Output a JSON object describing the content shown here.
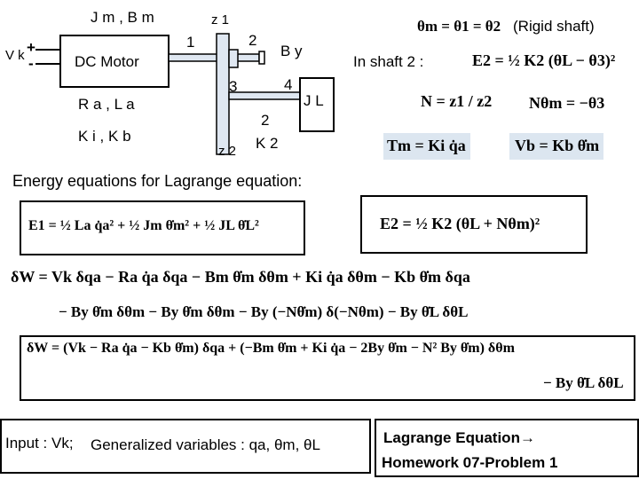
{
  "diagram": {
    "motor_params_top": "J m , B m",
    "vk_label": "V k",
    "plus": "+",
    "minus": "-",
    "motor_label": "DC Motor",
    "ra_la": "R a , L a",
    "ki_kb": "K i , K b",
    "z1": "z 1",
    "z2": "z 2",
    "gear1": "1",
    "gear2_top": "2",
    "gear3": "3",
    "gear4": "4",
    "gear2_bottom": "2",
    "by": "B y",
    "jl": "J L",
    "k2": "K 2"
  },
  "top_right": {
    "rigid_eq": "θm = θ1 = θ2",
    "rigid_label": "(Rigid shaft)",
    "in_shaft": "In shaft 2 :",
    "e2_eq": "E2 = ½ K2 (θL − θ3)²",
    "n_eq": "N = z1 / z2",
    "ntheta_eq": "Nθm = −θ3",
    "tm_eq": "Tm = Ki q̇a",
    "vb_eq": "Vb = Kb θ̇m"
  },
  "energy": {
    "heading": "Energy equations for Lagrange equation:",
    "e1": "E1 = ½ La q̇a² + ½ Jm θ̇m² + ½ JL θ̇L²",
    "e2": "E2 = ½ K2 (θL + Nθm)²"
  },
  "work": {
    "line1": "δW = Vk δqa − Ra q̇a δqa − Bm θ̇m δθm + Ki q̇a δθm − Kb θ̇m δqa",
    "line2": "− By θ̇m δθm − By θ̇m δθm − By (−Nθ̇m) δ(−Nθm) − By θ̇L δθL",
    "boxed1": "δW = (Vk − Ra q̇a − Kb θ̇m) δqa + (−Bm θ̇m + Ki q̇a − 2By θ̇m − N² By θ̇m) δθm",
    "boxed2": "− By θ̇L δθL"
  },
  "footer": {
    "input": "Input : Vk;",
    "generalized": "Generalized variables : qa, θm, θL",
    "lagrange": "Lagrange Equation→",
    "homework": "Homework 07-Problem 1"
  }
}
